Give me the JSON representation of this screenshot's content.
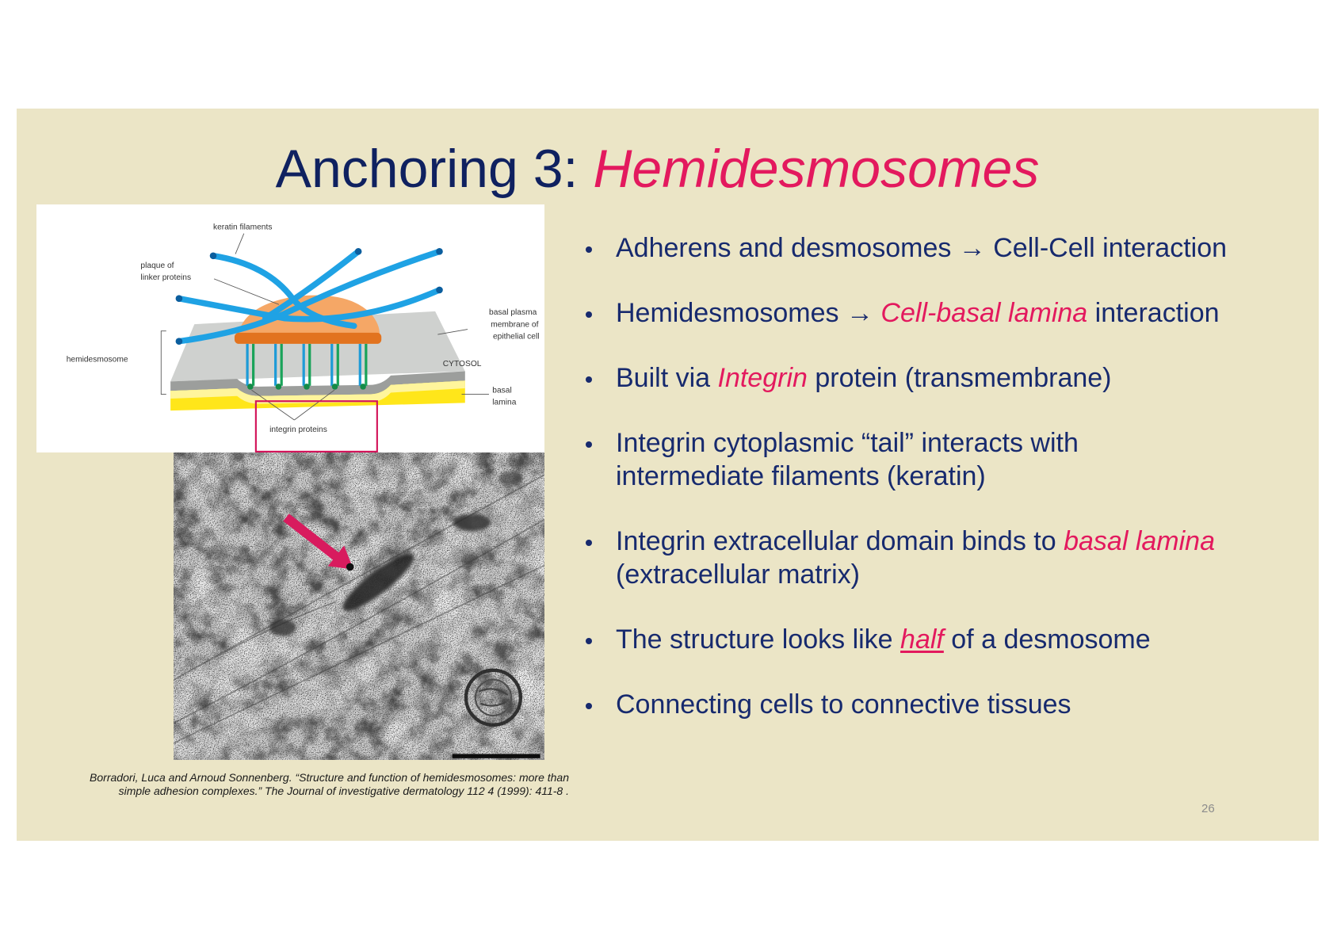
{
  "theme": {
    "page_background": "#FFFFFF",
    "slide_background": "#EBE5C6",
    "text_navy": "#172A6E",
    "title_navy": "#0F2160",
    "accent_pink": "#E3195E",
    "page_number_gray": "#8C8C8C"
  },
  "slide": {
    "title": {
      "prefix": "Anchoring 3: ",
      "emphasis": "Hemidesmosomes"
    },
    "bullets": [
      {
        "text": "Adherens and desmosomes → Cell-Cell interaction"
      },
      {
        "pre": "Hemidesmosomes → ",
        "emphasis": "Cell-basal lamina",
        "post": " interaction"
      },
      {
        "pre": "Built via ",
        "emphasis": "Integrin",
        "post": " protein (transmembrane)"
      },
      {
        "line1": "Integrin cytoplasmic “tail” interacts with",
        "line2": "intermediate filaments (keratin)"
      },
      {
        "line1_pre": "Integrin extracellular domain binds to ",
        "line1_emphasis": "basal lamina",
        "line2": "(extracellular matrix)"
      },
      {
        "pre": "The structure looks like ",
        "emphasis": "half",
        "post": " of a desmosome"
      },
      {
        "text": "Connecting cells to connective tissues"
      }
    ],
    "citation": {
      "line1": "Borradori, Luca and Arnoud Sonnenberg. “Structure and function of hemidesmosomes: more than",
      "line2": "simple adhesion complexes.” The Journal of investigative dermatology 112 4 (1999): 411-8 ."
    },
    "page_number": "26"
  },
  "diagram": {
    "labels": {
      "keratin": "keratin filaments",
      "plaque_1": "plaque of",
      "plaque_2": "linker proteins",
      "membrane_1": "basal plasma",
      "membrane_2": "membrane of",
      "membrane_3": "epithelial cell",
      "hemidesmosome": "hemidesmosome",
      "cytosol": "CYTOSOL",
      "lamina_1": "basal",
      "lamina_2": "lamina",
      "integrin": "integrin proteins"
    }
  }
}
